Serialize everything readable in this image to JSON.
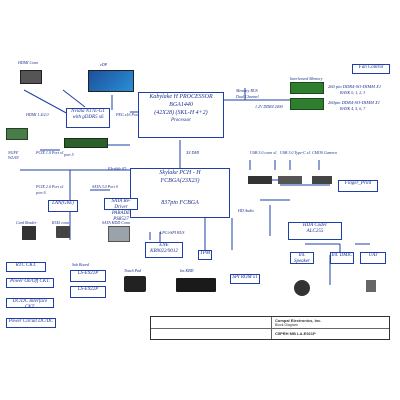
{
  "hdmi": {
    "label": "HDMI Conn"
  },
  "edp": {
    "label": "eDP"
  },
  "gpu": {
    "name": "Nvidia N17E-G1",
    "memory": "with gDDR5 x6",
    "peg": "PEG x16 Port",
    "port_left": "HDMI 1.4/2.0"
  },
  "processor": {
    "title": "Kabylake H PROCESSOR",
    "bga": "BGA1440",
    "spec": "(42X28) (SKL-H 4+2)",
    "caption": "Processor"
  },
  "memory": {
    "bus": "Memory BUS",
    "channel": "Dual Channel",
    "voltage": "1.2V DDR4 2400",
    "interleaved": "Interleaved Memory",
    "dimm1": "260 pin DDR4-SO-DIMM X1",
    "dimm1_banks": "BANK 0, 1, 2, 3",
    "dimm2": "260pin DDR4-SO-DIMM X1",
    "dimm2_banks": "BANK 4, 5, 6, 7"
  },
  "fan": {
    "label": "Fan Control"
  },
  "wlan": {
    "label": "NGFF",
    "sub": "WLAN"
  },
  "pcie": {
    "p1": "PCIE 1.0 Port x1",
    "p2": "port 5",
    "port_a": "PCIE 2.0 Port x1",
    "port_b": "port 6"
  },
  "pch": {
    "dmi": "X4 DMI",
    "flexible_io": "Flexible IO",
    "title": "Skylake PCH - H",
    "package": "FCBGA(23X23)",
    "pins": "837pin FCBGA",
    "lpc": "LPC/eSPI BUS",
    "hd_audio": "HD Audio"
  },
  "sata": {
    "port": "SATA 3.0 Port 0",
    "redriver": "SATA Re-Driver",
    "redriver_part": "PARADE PS8527",
    "hdd": "SATA HDD Conn"
  },
  "lan": {
    "label": "LAN(GbE)",
    "rj45": "RJ45 conn"
  },
  "card_reader": {
    "label": "Card Reader"
  },
  "ec": {
    "vendor": "ENE",
    "part": "KB9022/9012"
  },
  "tpm": {
    "label": "TPM"
  },
  "spi": {
    "label": "SPI ROM x1"
  },
  "input": {
    "touchpad": "Touch Pad",
    "kbd": "Int.KBD"
  },
  "usb": {
    "conn1": "USB 3.0 conn x1",
    "conn2": "USB 3.0 Type-C x1",
    "camera": "CMOS Camera",
    "fingerprint": "Finger_Print"
  },
  "audio": {
    "codec": "HDA Codec",
    "codec_part": "ALC255",
    "speaker": "Int. Speaker",
    "dmic": "Int. DMIC",
    "uaj": "UAJ"
  },
  "power": {
    "rtc": "RTC CKT.",
    "onoff": "Power On/Off CKT.",
    "dcdc_interface": "DC/DC Interface CKT.",
    "circuit": "Power Circuit DC/DC"
  },
  "sub_board": {
    "label": "Sub Board",
    "b1": "LS-E921P",
    "b2": "LS-E922P"
  },
  "title_block": {
    "company": "Compal Electronics, Inc.",
    "title": "Block Diagram",
    "model": "C5PRH MB LA-E921P"
  }
}
